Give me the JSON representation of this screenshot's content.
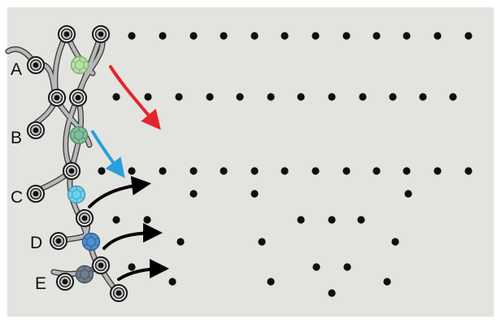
{
  "colors": {
    "background": "#e3e4e0",
    "border": "#ffffff",
    "dot": "#0f0f0f",
    "strand_fill": "#b9b9b9",
    "strand_edge": "#3a3a3a",
    "arrow_red": "#e4262a",
    "arrow_blue": "#2a9fd9",
    "arrow_black": "#000000"
  },
  "labels": [
    {
      "id": "A",
      "text": "A"
    },
    {
      "id": "B",
      "text": "B"
    },
    {
      "id": "C",
      "text": "C"
    },
    {
      "id": "D",
      "text": "D"
    },
    {
      "id": "E",
      "text": "E"
    }
  ],
  "polyhedra": [
    {
      "label": "A",
      "color": "#b8e0a6",
      "stroke": "#7fae6c"
    },
    {
      "label": "B",
      "color": "#7fbf9b",
      "stroke": "#4f8c6b"
    },
    {
      "label": "C",
      "color": "#6fd1ec",
      "stroke": "#3d9cbc"
    },
    {
      "label": "D",
      "color": "#4f8fcf",
      "stroke": "#2c5f94"
    },
    {
      "label": "E",
      "color": "#6f7f8e",
      "stroke": "#45525d"
    }
  ],
  "arrows": [
    {
      "name": "red-arrow",
      "color": "#e4262a"
    },
    {
      "name": "blue-arrow",
      "color": "#2a9fd9"
    },
    {
      "name": "black-arrow-c",
      "color": "#000000"
    },
    {
      "name": "black-arrow-d",
      "color": "#000000"
    },
    {
      "name": "black-arrow-e",
      "color": "#000000"
    }
  ]
}
